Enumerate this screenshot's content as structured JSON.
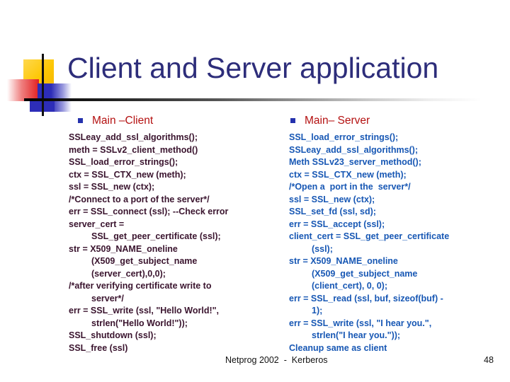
{
  "slide": {
    "title": "Client and Server application",
    "client_section": {
      "heading": "Main –Client",
      "code_lines": [
        {
          "text": "SSLeay_add_ssl_algorithms();",
          "indent": false
        },
        {
          "text": "meth = SSLv2_client_method()",
          "indent": false
        },
        {
          "text": "SSL_load_error_strings();",
          "indent": false
        },
        {
          "text": "ctx = SSL_CTX_new (meth);",
          "indent": false
        },
        {
          "text": "ssl = SSL_new (ctx);",
          "indent": false
        },
        {
          "text": "/*Connect to a port of the server*/",
          "indent": false
        },
        {
          "text": "err = SSL_connect (ssl); --Check error",
          "indent": false
        },
        {
          "text": "server_cert =",
          "indent": false
        },
        {
          "text": "SSL_get_peer_certificate (ssl);",
          "indent": true
        },
        {
          "text": "str = X509_NAME_oneline",
          "indent": false
        },
        {
          "text": "(X509_get_subject_name",
          "indent": true
        },
        {
          "text": "(server_cert),0,0);",
          "indent": true
        },
        {
          "text": "/*after verifying certificate write to",
          "indent": false
        },
        {
          "text": "server*/",
          "indent": true
        },
        {
          "text": "err = SSL_write (ssl, \"Hello World!\",",
          "indent": false
        },
        {
          "text": "strlen(\"Hello World!\"));",
          "indent": true
        },
        {
          "text": "SSL_shutdown (ssl);",
          "indent": false
        },
        {
          "text": "SSL_free (ssl)",
          "indent": false
        }
      ]
    },
    "server_section": {
      "heading": "Main– Server",
      "code_lines": [
        {
          "text": "SSL_load_error_strings();",
          "indent": false
        },
        {
          "text": "SSLeay_add_ssl_algorithms();",
          "indent": false
        },
        {
          "text": "Meth SSLv23_server_method();",
          "indent": false
        },
        {
          "text": "ctx = SSL_CTX_new (meth);",
          "indent": false
        },
        {
          "text": "/*Open a  port in the  server*/",
          "indent": false
        },
        {
          "text": "ssl = SSL_new (ctx);",
          "indent": false
        },
        {
          "text": "SSL_set_fd (ssl, sd);",
          "indent": false
        },
        {
          "text": "err = SSL_accept (ssl);",
          "indent": false
        },
        {
          "text": "client_cert = SSL_get_peer_certificate",
          "indent": false
        },
        {
          "text": "(ssl);",
          "indent": true
        },
        {
          "text": "str = X509_NAME_oneline",
          "indent": false
        },
        {
          "text": "(X509_get_subject_name",
          "indent": true
        },
        {
          "text": "(client_cert), 0, 0);",
          "indent": true
        },
        {
          "text": "err = SSL_read (ssl, buf, sizeof(buf) -",
          "indent": false
        },
        {
          "text": "1);",
          "indent": true
        },
        {
          "text": "err = SSL_write (ssl, \"I hear you.\",",
          "indent": false
        },
        {
          "text": "strlen(\"I hear you.\"));",
          "indent": true
        },
        {
          "text": "Cleanup same as client",
          "indent": false
        }
      ]
    },
    "footer": {
      "label": "Netprog 2002  -  Kerberos",
      "page_number": "48"
    },
    "colors": {
      "title": "#2d2d7a",
      "heading": "#b41111",
      "bullet": "#2431ad",
      "client_code": "#3a142e",
      "server_code": "#1757b4",
      "logo_yellow": "#fdc704",
      "logo_red": "#e22020",
      "logo_blue": "#2d2db8"
    }
  }
}
